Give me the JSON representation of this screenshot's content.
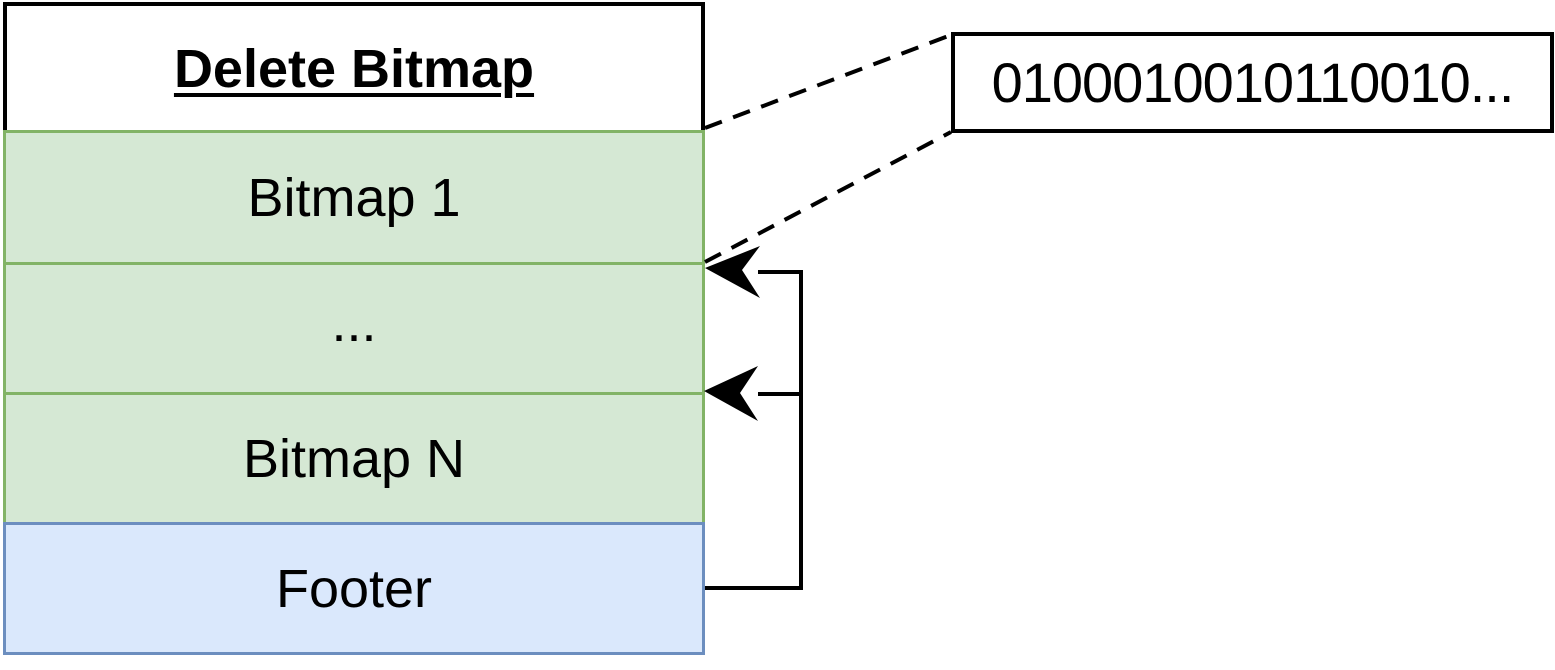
{
  "diagram": {
    "header": {
      "label": "Delete Bitmap"
    },
    "rows": [
      {
        "label": "Bitmap 1"
      },
      {
        "label": "..."
      },
      {
        "label": "Bitmap N"
      }
    ],
    "footer": {
      "label": "Footer"
    },
    "bitstring": {
      "label": "0100010010110010..."
    }
  },
  "colors": {
    "bitmap_fill": "#d5e8d4",
    "bitmap_border": "#82b366",
    "footer_fill": "#dae8fc",
    "footer_border": "#6c8ebf",
    "line": "#000000"
  }
}
